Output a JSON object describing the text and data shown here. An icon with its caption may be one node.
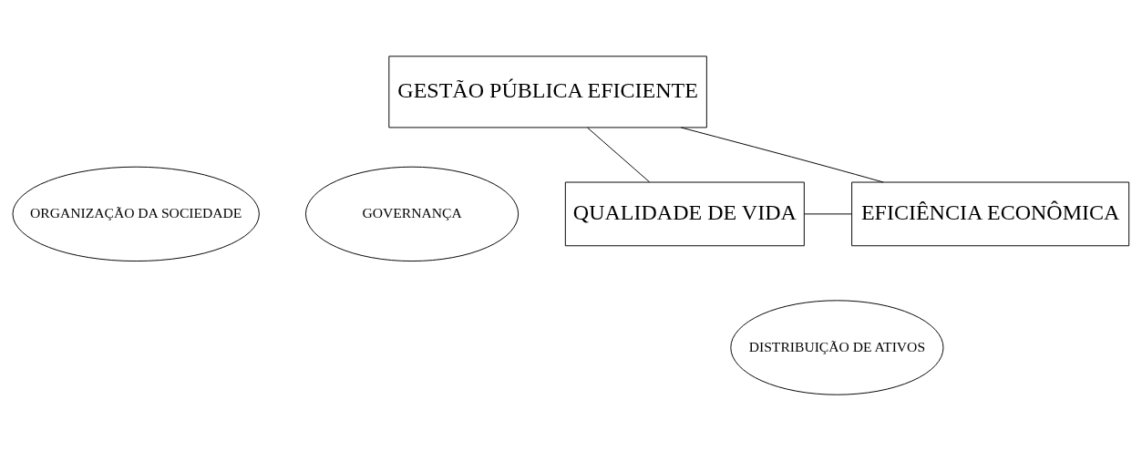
{
  "diagram": {
    "nodes": [
      {
        "text": [
          "GESTÃO PÚBLICA EFICIENTE"
        ]
      },
      {
        "text": [
          "ORGANIZAÇÃO DA SOCIEDADE"
        ]
      },
      {
        "text": [
          "GOVERNANÇA"
        ]
      },
      {
        "text": [
          "QUALIDADE DE VIDA"
        ]
      },
      {
        "text": [
          "DISTRIBUIÇÃO DE ATIVOS"
        ]
      },
      {
        "text": [
          "EFICIÊNCIA ECONÔMICA"
        ]
      }
    ],
    "edges": [
      {
        "from": 0,
        "to": 3,
        "arrow": "none"
      },
      {
        "from": 0,
        "to": 5,
        "arrow": "none"
      },
      {
        "from": 3,
        "to": 5,
        "arrow": "none"
      }
    ]
  }
}
